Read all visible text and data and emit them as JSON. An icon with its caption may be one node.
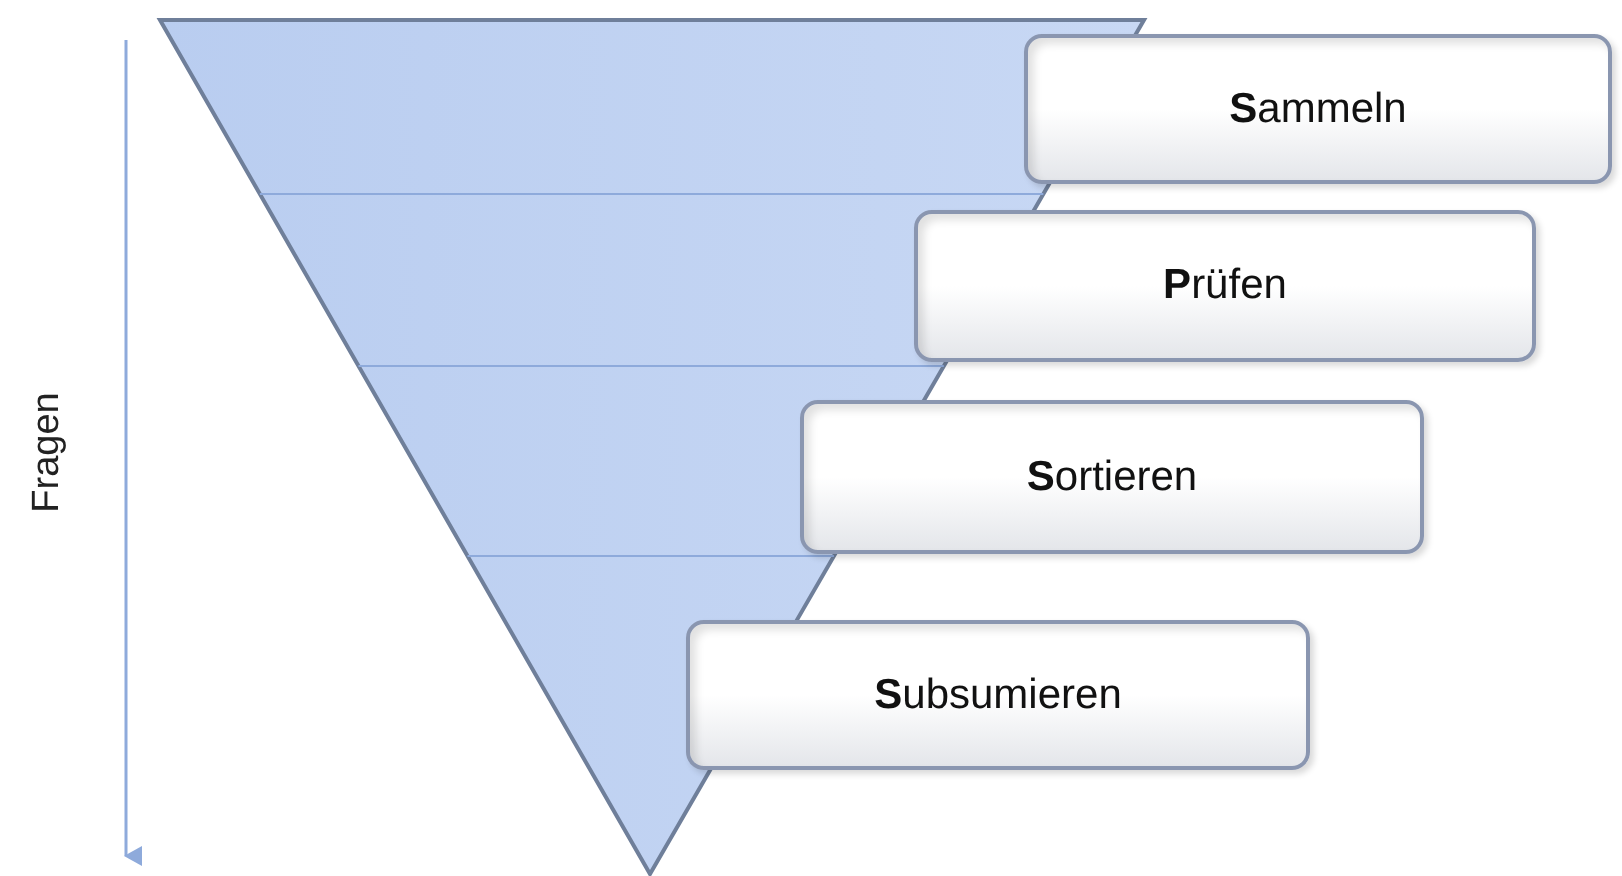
{
  "diagram": {
    "nodes": [
      {
        "text": [
          "**S**ammeln"
        ]
      },
      {
        "text": [
          "**P**rüfen"
        ]
      },
      {
        "text": [
          "**S**ortieren"
        ]
      },
      {
        "text": [
          "**S**ubsumieren"
        ]
      }
    ],
    "edges": [],
    "labels": [
      "Fragen"
    ]
  }
}
